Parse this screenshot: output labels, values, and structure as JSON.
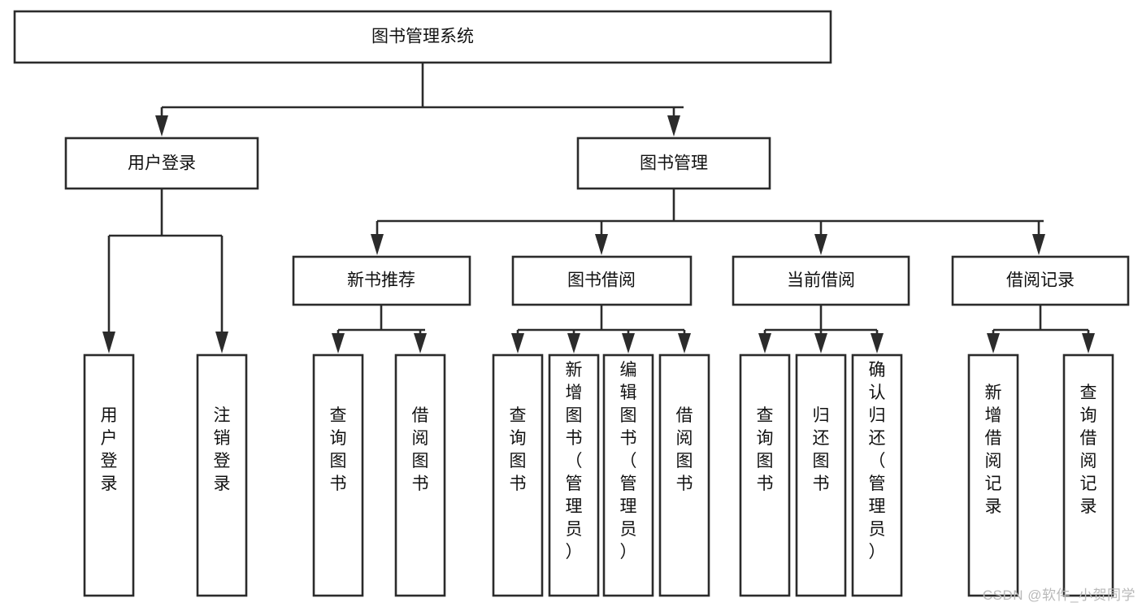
{
  "diagram": {
    "title": "图书管理系统",
    "type": "tree-hierarchy-diagram",
    "root": {
      "id": "root",
      "label": "图书管理系统",
      "orientation": "horizontal"
    },
    "level2": [
      {
        "id": "user-login",
        "label": "用户登录",
        "orientation": "horizontal"
      },
      {
        "id": "book-management",
        "label": "图书管理",
        "orientation": "horizontal"
      }
    ],
    "level3": [
      {
        "id": "new-book-recommend",
        "label": "新书推荐",
        "orientation": "horizontal",
        "parent": "book-management"
      },
      {
        "id": "book-borrow",
        "label": "图书借阅",
        "orientation": "horizontal",
        "parent": "book-management"
      },
      {
        "id": "current-borrow",
        "label": "当前借阅",
        "orientation": "horizontal",
        "parent": "book-management"
      },
      {
        "id": "borrow-record",
        "label": "借阅记录",
        "orientation": "horizontal",
        "parent": "book-management"
      }
    ],
    "leaves": [
      {
        "id": "leaf-user-login",
        "label": "用户登录",
        "orientation": "vertical",
        "parent": "user-login"
      },
      {
        "id": "leaf-logout-login",
        "label": "注销登录",
        "orientation": "vertical",
        "parent": "user-login"
      },
      {
        "id": "leaf-query-book-1",
        "label": "查询图书",
        "orientation": "vertical",
        "parent": "new-book-recommend"
      },
      {
        "id": "leaf-borrow-book-1",
        "label": "借阅图书",
        "orientation": "vertical",
        "parent": "new-book-recommend"
      },
      {
        "id": "leaf-query-book-2",
        "label": "查询图书",
        "orientation": "vertical",
        "parent": "book-borrow"
      },
      {
        "id": "leaf-add-book",
        "label": "新增图书（管理员）",
        "orientation": "vertical",
        "parent": "book-borrow"
      },
      {
        "id": "leaf-edit-book",
        "label": "编辑图书（管理员）",
        "orientation": "vertical",
        "parent": "book-borrow"
      },
      {
        "id": "leaf-borrow-book-2",
        "label": "借阅图书",
        "orientation": "vertical",
        "parent": "book-borrow"
      },
      {
        "id": "leaf-query-book-3",
        "label": "查询图书",
        "orientation": "vertical",
        "parent": "current-borrow"
      },
      {
        "id": "leaf-return-book",
        "label": "归还图书",
        "orientation": "vertical",
        "parent": "current-borrow"
      },
      {
        "id": "leaf-confirm-return",
        "label": "确认归还（管理员）",
        "orientation": "vertical",
        "parent": "current-borrow"
      },
      {
        "id": "leaf-add-borrow-record",
        "label": "新增借阅记录",
        "orientation": "vertical",
        "parent": "borrow-record"
      },
      {
        "id": "leaf-query-borrow-record",
        "label": "查询借阅记录",
        "orientation": "vertical",
        "parent": "borrow-record"
      }
    ]
  },
  "watermark": {
    "text": "CSDN @软件_小贺同学"
  },
  "colors": {
    "box_stroke": "#2b2b2b",
    "box_fill": "#ffffff",
    "text": "#111111",
    "background": "#ffffff",
    "watermark": "#b9b9b9"
  }
}
